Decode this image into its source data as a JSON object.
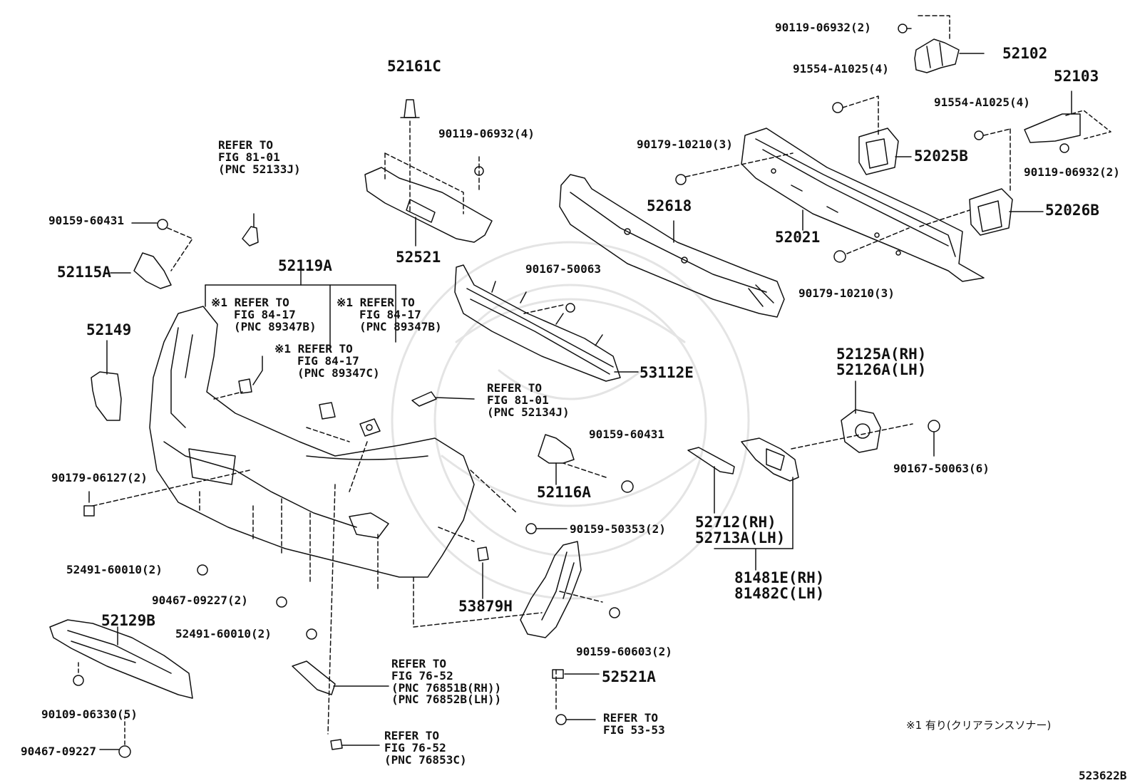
{
  "labels": {
    "l90119_06932_2_top": "90119-06932(2)",
    "l52102": "52102",
    "l91554_a1025_4_a": "91554-A1025(4)",
    "l52103": "52103",
    "l91554_a1025_4_b": "91554-A1025(4)",
    "l52161c": "52161C",
    "l90119_06932_4": "90119-06932(4)",
    "l90179_10210_3_a": "90179-10210(3)",
    "l52025b": "52025B",
    "l90119_06932_2_r": "90119-06932(2)",
    "l52618": "52618",
    "l52026b": "52026B",
    "l90159_60431_a": "90159-60431",
    "l52021": "52021",
    "l52521": "52521",
    "l52115a": "52115A",
    "l52119a": "52119A",
    "l90167_50063": "90167-50063",
    "l90179_10210_3_b": "90179-10210(3)",
    "l52149": "52149",
    "l53112e": "53112E",
    "l52125a": "52125A(RH)",
    "l52126a": "52126A(LH)",
    "l90159_60431_b": "90159-60431",
    "l90179_06127": "90179-06127(2)",
    "l90167_50063_6": "90167-50063(6)",
    "l52116a": "52116A",
    "l90159_50353": "90159-50353(2)",
    "l52712": "52712(RH)",
    "l52713a": "52713A(LH)",
    "l52491_a": "52491-60010(2)",
    "l81481e": "81481E(RH)",
    "l81482c": "81482C(LH)",
    "l90467_09227_2": "90467-09227(2)",
    "l53879h": "53879H",
    "l52129b": "52129B",
    "l52491_b": "52491-60010(2)",
    "l90159_60603": "90159-60603(2)",
    "l52521a": "52521A",
    "l90109_06330": "90109-06330(5)",
    "l90467_09227": "90467-09227"
  },
  "refs": {
    "r1": [
      "REFER TO",
      "FIG 81-01",
      "(PNC 52133J)"
    ],
    "r2": [
      "※1 REFER TO",
      "FIG 84-17",
      "(PNC 89347B)"
    ],
    "r3": [
      "※1 REFER TO",
      "FIG 84-17",
      "(PNC 89347B)"
    ],
    "r4": [
      "※1 REFER TO",
      "FIG 84-17",
      "(PNC 89347C)"
    ],
    "r5": [
      "REFER TO",
      "FIG 81-01",
      "(PNC 52134J)"
    ],
    "r6": [
      "REFER TO",
      "FIG 76-52",
      "(PNC 76851B(RH))",
      "(PNC 76852B(LH))"
    ],
    "r7": [
      "REFER TO",
      "FIG 76-52",
      "(PNC 76853C)"
    ],
    "r8": [
      "REFER TO",
      "FIG 53-53"
    ]
  },
  "note": "※1 有り(クリアランスソナー)",
  "figure_id": "523622B"
}
